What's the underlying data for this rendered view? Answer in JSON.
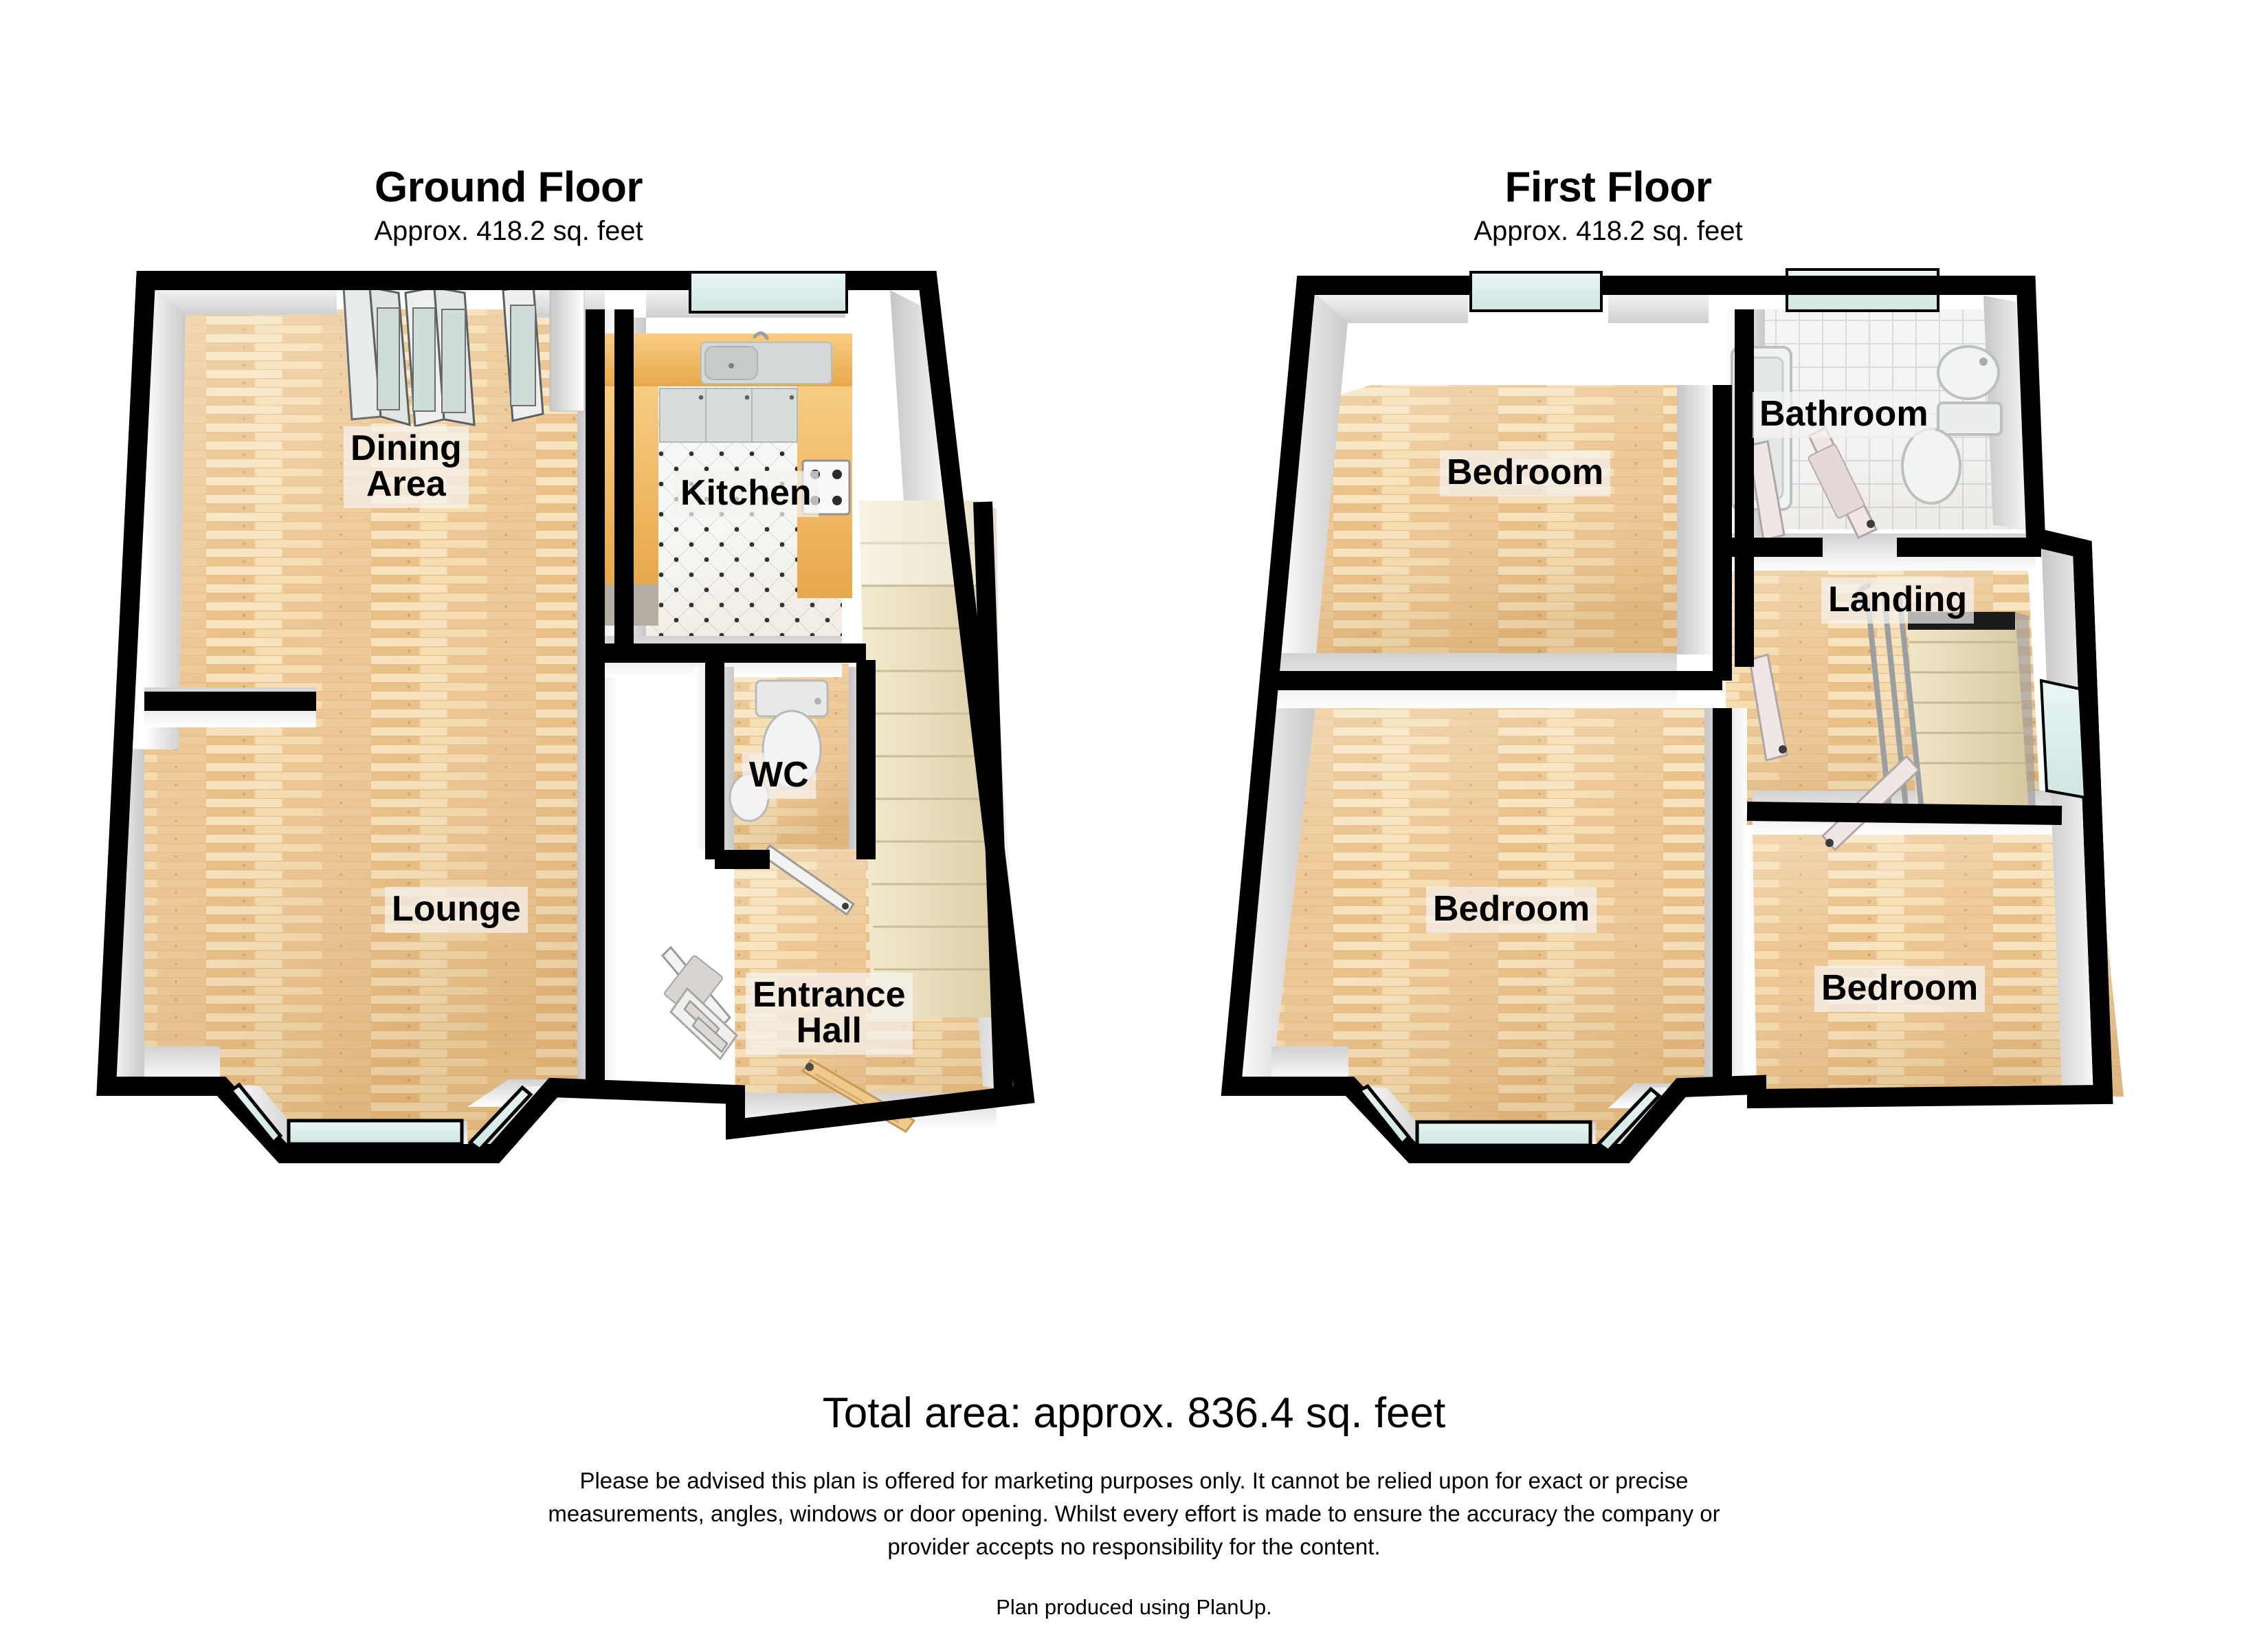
{
  "document": {
    "type": "property-floorplan",
    "total_area": "Total area: approx. 836.4 sq. feet",
    "disclaimer_line_1": "Please be advised this plan is offered for marketing purposes only. It cannot be relied upon for exact or precise",
    "disclaimer_line_2": "measurements, angles, windows or door opening. Whilst every effort is made to ensure the accuracy the company or",
    "disclaimer_line_3": "provider accepts no responsibility for the content.",
    "producer": "Plan produced using PlanUp."
  },
  "floors": [
    {
      "id": "ground",
      "title": "Ground Floor",
      "area": "Approx. 418.2 sq. feet",
      "rooms": [
        {
          "name": "Dining Area",
          "label_lines": "Dining\nArea",
          "floor_finish": "wood"
        },
        {
          "name": "Kitchen",
          "label_lines": "Kitchen",
          "floor_finish": "tile"
        },
        {
          "name": "Lounge",
          "label_lines": "Lounge",
          "floor_finish": "wood"
        },
        {
          "name": "WC",
          "label_lines": "WC",
          "floor_finish": "wood"
        },
        {
          "name": "Entrance Hall",
          "label_lines": "Entrance\nHall",
          "floor_finish": "wood"
        }
      ],
      "fixtures": [
        "bi-fold-patio-doors",
        "bay-window",
        "kitchen-sink",
        "gas-hob",
        "wall-units",
        "staircase-up",
        "toilet",
        "radiator",
        "front-door"
      ]
    },
    {
      "id": "first",
      "title": "First Floor",
      "area": "Approx. 418.2 sq. feet",
      "rooms": [
        {
          "name": "Bedroom 1",
          "label_lines": "Bedroom",
          "floor_finish": "wood"
        },
        {
          "name": "Bedroom 2",
          "label_lines": "Bedroom",
          "floor_finish": "wood"
        },
        {
          "name": "Bedroom 3",
          "label_lines": "Bedroom",
          "floor_finish": "wood"
        },
        {
          "name": "Bathroom",
          "label_lines": "Bathroom",
          "floor_finish": "tile"
        },
        {
          "name": "Landing",
          "label_lines": "Landing",
          "floor_finish": "wood"
        }
      ],
      "fixtures": [
        "bath",
        "wash-basin",
        "toilet",
        "bay-window",
        "stairwell-opening",
        "banister",
        "doors"
      ]
    }
  ],
  "colors": {
    "wall_outline": "#000000",
    "wall_face": "#f2f2f2",
    "wood_floor_light": "#f3ddb6",
    "wood_floor_mid": "#eec890",
    "wood_floor_dark": "#e0b173",
    "tile_floor": "#f4f4f2",
    "stair_tread": "#ece0c0",
    "glass": "#dff0ef",
    "counter_wood": "#f0b860",
    "label_chip": "#f5f3f0",
    "page_background": "#ffffff"
  }
}
